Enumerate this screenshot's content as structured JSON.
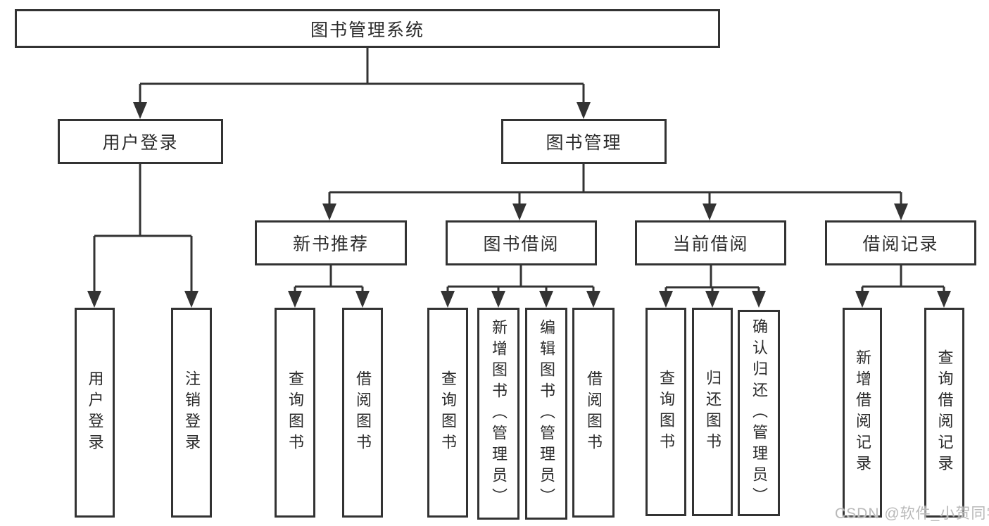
{
  "nodes": {
    "root": {
      "label": "图书管理系统"
    },
    "user_login": {
      "label": "用户登录"
    },
    "book_management": {
      "label": "图书管理"
    },
    "new_book_recommend": {
      "label": "新书推荐"
    },
    "book_borrowing": {
      "label": "图书借阅"
    },
    "current_borrowing": {
      "label": "当前借阅"
    },
    "borrowing_records": {
      "label": "借阅记录"
    },
    "leaf_user_login": {
      "label": "用户登录"
    },
    "leaf_logout": {
      "label": "注销登录"
    },
    "leaf_recommend_query_books": {
      "label": "查询图书"
    },
    "leaf_recommend_borrow_books": {
      "label": "借阅图书"
    },
    "leaf_borrowing_query_books": {
      "label": "查询图书"
    },
    "leaf_borrowing_add_books": {
      "label": "新增图书（管理员）"
    },
    "leaf_borrowing_edit_books": {
      "label": "编辑图书（管理员）"
    },
    "leaf_borrowing_borrow_books": {
      "label": "借阅图书"
    },
    "leaf_current_query_books": {
      "label": "查询图书"
    },
    "leaf_current_return_books": {
      "label": "归还图书"
    },
    "leaf_current_confirm_return": {
      "label": "确认归还（管理员）"
    },
    "leaf_records_add_record": {
      "label": "新增借阅记录"
    },
    "leaf_records_query_record": {
      "label": "查询借阅记录"
    }
  },
  "watermark": {
    "text": "CSDN @软件_小贺同学"
  },
  "colors": {
    "line": "#333333",
    "box_border": "#333333",
    "text": "#2b2b2b",
    "watermark": "#b9b9b9",
    "background": "#ffffff"
  }
}
